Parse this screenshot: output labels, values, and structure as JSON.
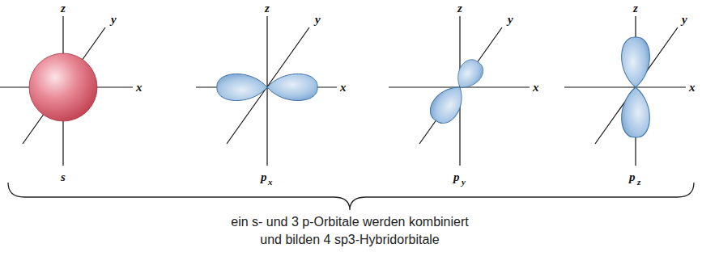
{
  "diagram": {
    "caption": "ein s- und 3 p-Orbitale werden kombiniert und bilden 4 sp3-Hybridorbitale",
    "labels": [
      "z",
      "y",
      "x",
      "s",
      "z",
      "y",
      "x",
      "p",
      "x",
      "z",
      "y",
      "x",
      "p",
      "y",
      "z",
      "y",
      "x",
      "p",
      "z"
    ]
  }
}
